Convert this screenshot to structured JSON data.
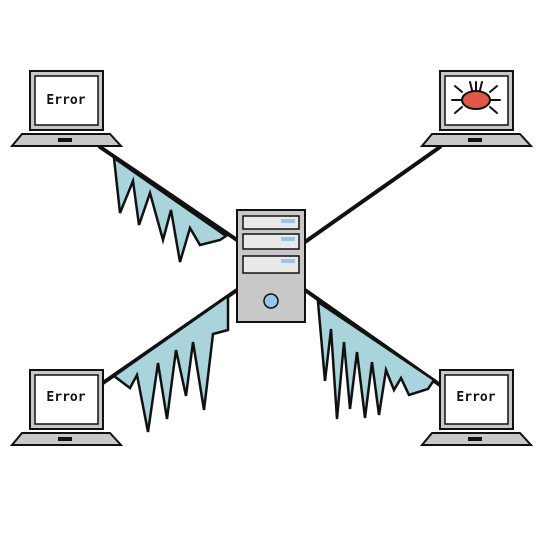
{
  "network": {
    "server": {
      "icon": "tower-server-icon"
    },
    "laptops": {
      "top_left": {
        "screen_text": "Error",
        "icon": "laptop-icon"
      },
      "top_right": {
        "screen_text": "",
        "icon": "laptop-icon",
        "screen_icon": "bug-icon"
      },
      "bottom_left": {
        "screen_text": "Error",
        "icon": "laptop-icon"
      },
      "bottom_right": {
        "screen_text": "Error",
        "icon": "laptop-icon"
      }
    },
    "connections": {
      "top_left": {
        "frozen": true
      },
      "top_right": {
        "frozen": false
      },
      "bottom_left": {
        "frozen": true
      },
      "bottom_right": {
        "frozen": true
      }
    }
  },
  "colors": {
    "ice": "#a9d4dc",
    "line": "#111111",
    "device_gray": "#c8c8c8",
    "bug": "#e0574a",
    "server_light": "#9ec3ea"
  }
}
